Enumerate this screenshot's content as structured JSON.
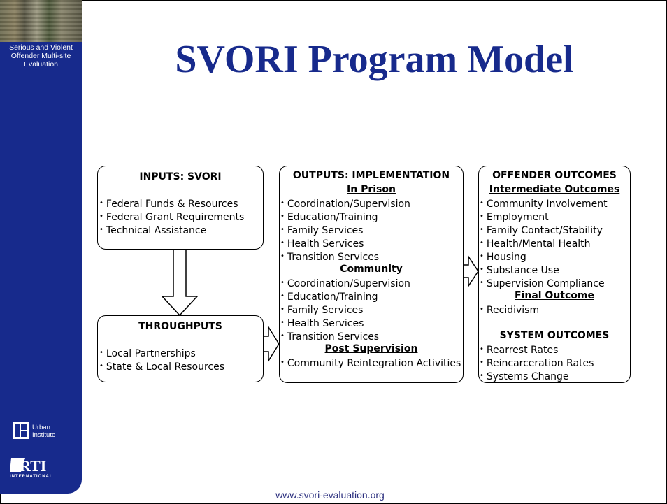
{
  "sidebar": {
    "caption": "Serious and Violent Offender Multi-site Evaluation",
    "urban_logo_text": "Urban Institute",
    "rti_logo_text": "RTI INTERNATIONAL"
  },
  "title": "SVORI Program Model",
  "inputs": {
    "title": "INPUTS: SVORI",
    "items": [
      "Federal Funds & Resources",
      "Federal Grant Requirements",
      "Technical Assistance"
    ]
  },
  "throughputs": {
    "title": "THROUGHPUTS",
    "items": [
      "Local Partnerships",
      "State & Local Resources"
    ]
  },
  "outputs": {
    "title": "OUTPUTS: IMPLEMENTATION",
    "in_prison": "In Prison",
    "in_prison_items": [
      "Coordination/Supervision",
      "Education/Training",
      "Family Services",
      "Health Services",
      "Transition Services"
    ],
    "community": "Community",
    "community_items": [
      "Coordination/Supervision",
      "Education/Training",
      "Family Services",
      "Health Services",
      "Transition Services"
    ],
    "post_supervision": "Post Supervision",
    "post_items": [
      "Community Reintegration Activities"
    ]
  },
  "outcomes": {
    "title": "OFFENDER OUTCOMES",
    "intermediate": "Intermediate Outcomes",
    "intermediate_items": [
      "Community Involvement",
      "Employment",
      "Family Contact/Stability",
      "Health/Mental Health",
      "Housing",
      "Substance Use",
      "Supervision Compliance"
    ],
    "final": "Final Outcome",
    "final_items": [
      "Recidivism"
    ],
    "system_title": "SYSTEM OUTCOMES",
    "system_items": [
      "Rearrest Rates",
      "Reincarceration Rates",
      "Systems Change"
    ]
  },
  "footer": "www.svori-evaluation.org",
  "colors": {
    "brand": "#172a8c",
    "footer": "#2a2e7e"
  }
}
